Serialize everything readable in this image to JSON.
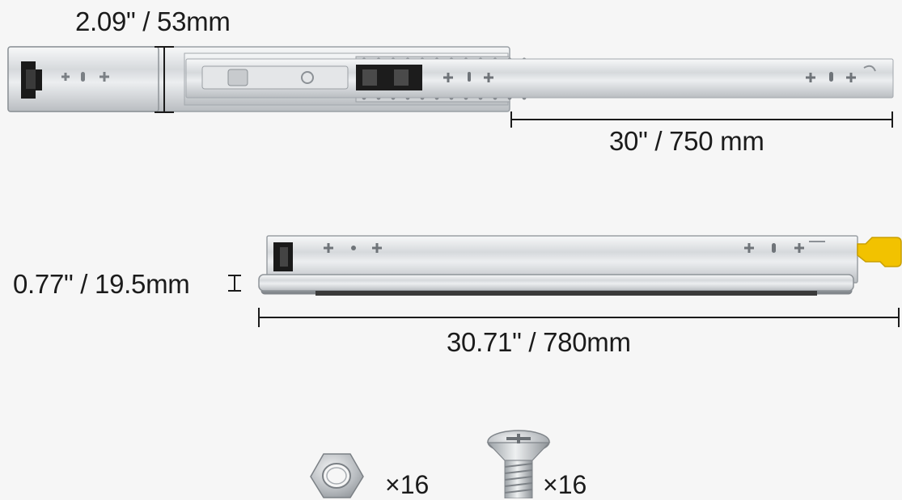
{
  "dimensions": {
    "extended_height": "2.09\" / 53mm",
    "extension_length": "30\" / 750 mm",
    "thickness": "0.77\" / 19.5mm",
    "closed_length": "30.71\" / 780mm"
  },
  "hardware": {
    "nut": {
      "icon": "hex-nut-icon",
      "count": "×16"
    },
    "screw": {
      "icon": "countersunk-screw-icon",
      "count": "×16"
    }
  },
  "colors": {
    "background": "#f6f6f6",
    "steel": "#d9dcdf",
    "dimension_line": "#1b1b1b",
    "release_lever": "#f2c200"
  }
}
